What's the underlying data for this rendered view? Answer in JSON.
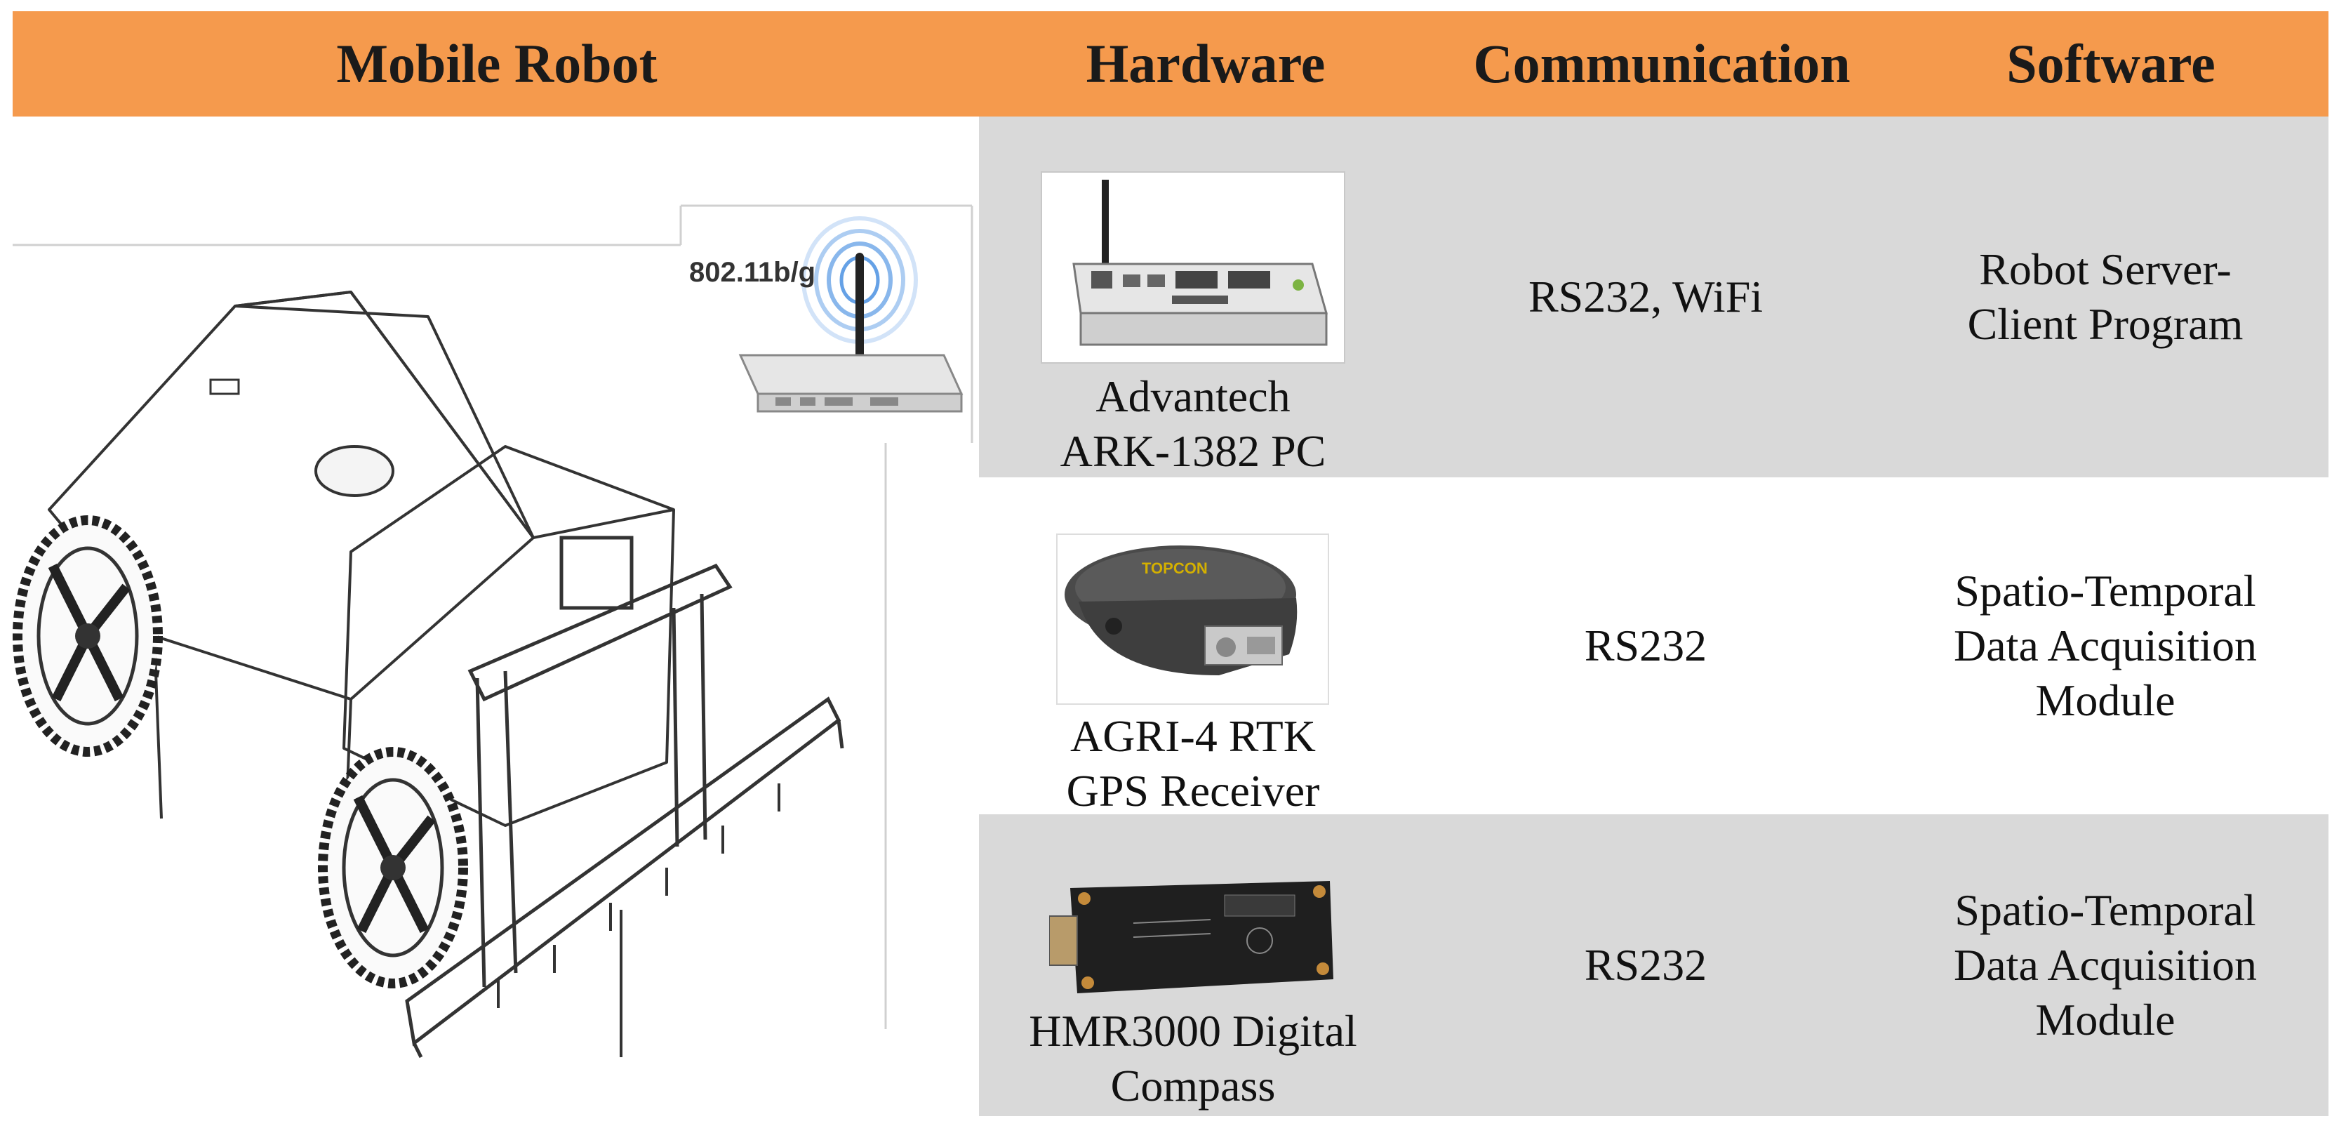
{
  "header": {
    "col_robot": "Mobile Robot",
    "col_hardware": "Hardware",
    "col_communication": "Communication",
    "col_software": "Software",
    "background_color": "#f59a4d"
  },
  "robot_panel": {
    "wifi_label": "802.11b/g"
  },
  "rows": [
    {
      "hardware": "Advantech\nARK-1382 PC",
      "communication": "RS232, WiFi",
      "software": "Robot Server-\nClient Program",
      "photo_icon": "industrial-pc-icon"
    },
    {
      "hardware": "AGRI-4 RTK\nGPS Receiver",
      "communication": "RS232",
      "software": "Spatio-Temporal\nData Acquisition\nModule",
      "photo_icon": "gps-receiver-icon"
    },
    {
      "hardware": "HMR3000 Digital\nCompass",
      "communication": "RS232",
      "software": "Spatio-Temporal\nData Acquisition\nModule",
      "photo_icon": "digital-compass-icon"
    }
  ],
  "colors": {
    "row_shade": "#d9d9d9",
    "wifi_ring": "#4a90e2"
  }
}
